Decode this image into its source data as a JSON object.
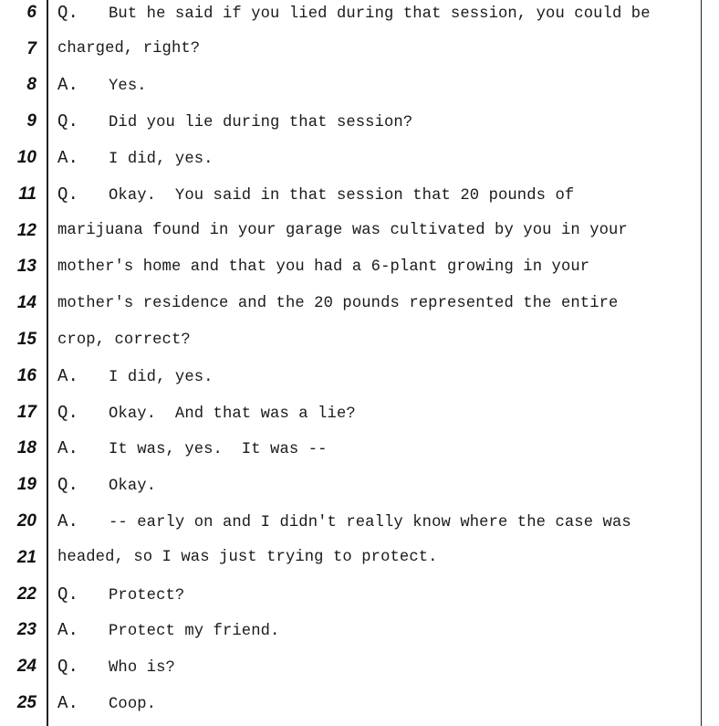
{
  "transcript": {
    "lines": [
      {
        "number": "6",
        "speaker": "Q.",
        "text": "But he said if you lied during that session, you could be"
      },
      {
        "number": "7",
        "speaker": "",
        "text": "charged, right?"
      },
      {
        "number": "8",
        "speaker": "A.",
        "text": "Yes."
      },
      {
        "number": "9",
        "speaker": "Q.",
        "text": "Did you lie during that session?"
      },
      {
        "number": "10",
        "speaker": "A.",
        "text": "I did, yes."
      },
      {
        "number": "11",
        "speaker": "Q.",
        "text": "Okay.  You said in that session that 20 pounds of"
      },
      {
        "number": "12",
        "speaker": "",
        "text": "marijuana found in your garage was cultivated by you in your"
      },
      {
        "number": "13",
        "speaker": "",
        "text": "mother's home and that you had a 6-plant growing in your"
      },
      {
        "number": "14",
        "speaker": "",
        "text": "mother's residence and the 20 pounds represented the entire"
      },
      {
        "number": "15",
        "speaker": "",
        "text": "crop, correct?"
      },
      {
        "number": "16",
        "speaker": "A.",
        "text": "I did, yes."
      },
      {
        "number": "17",
        "speaker": "Q.",
        "text": "Okay.  And that was a lie?"
      },
      {
        "number": "18",
        "speaker": "A.",
        "text": "It was, yes.  It was --"
      },
      {
        "number": "19",
        "speaker": "Q.",
        "text": "Okay."
      },
      {
        "number": "20",
        "speaker": "A.",
        "text": "-- early on and I didn't really know where the case was"
      },
      {
        "number": "21",
        "speaker": "",
        "text": "headed, so I was just trying to protect."
      },
      {
        "number": "22",
        "speaker": "Q.",
        "text": "Protect?"
      },
      {
        "number": "23",
        "speaker": "A.",
        "text": "Protect my friend."
      },
      {
        "number": "24",
        "speaker": "Q.",
        "text": "Who is?"
      },
      {
        "number": "25",
        "speaker": "A.",
        "text": "Coop."
      }
    ]
  }
}
